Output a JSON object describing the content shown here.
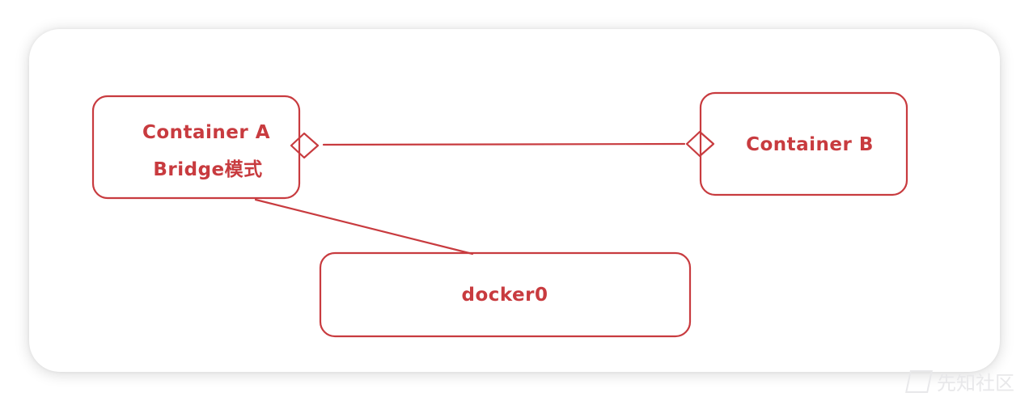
{
  "diagram": {
    "stroke_color": "#c83b3f",
    "nodes": {
      "container_a": {
        "line1": "Container A",
        "line2": "Bridge模式"
      },
      "container_b": {
        "label": "Container B"
      },
      "docker0": {
        "label": "docker0"
      }
    },
    "connectors": [
      {
        "from": "Container A",
        "to": "Container B",
        "end_markers": "diamond-both"
      },
      {
        "from": "Container A",
        "to": "docker0",
        "end_markers": "none"
      }
    ]
  },
  "watermark": {
    "text": "先知社区",
    "icon": "xianzhi-logo-icon"
  }
}
